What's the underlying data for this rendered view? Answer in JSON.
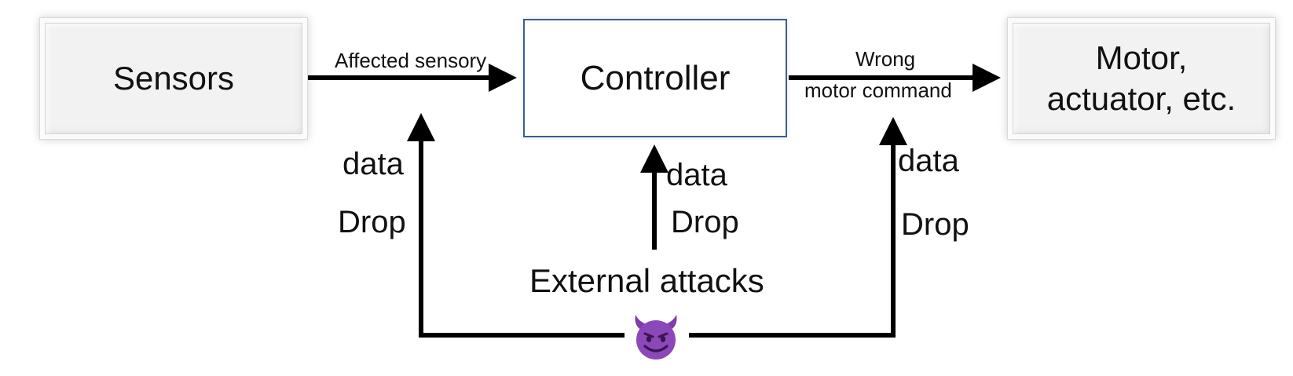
{
  "nodes": {
    "sensors": "Sensors",
    "controller": "Controller",
    "motor_line1": "Motor,",
    "motor_line2": "actuator, etc."
  },
  "edges": {
    "sensor_to_controller": "Affected sensory",
    "controller_to_motor_line1": "Wrong",
    "controller_to_motor_line2": "motor command"
  },
  "attack_labels": {
    "left_data": "data",
    "left_drop": "Drop",
    "center_data": "data",
    "center_drop": "Drop",
    "right_data": "data",
    "right_drop": "Drop",
    "source": "External attacks"
  },
  "icons": {
    "attacker": "smiling-devil-icon"
  }
}
